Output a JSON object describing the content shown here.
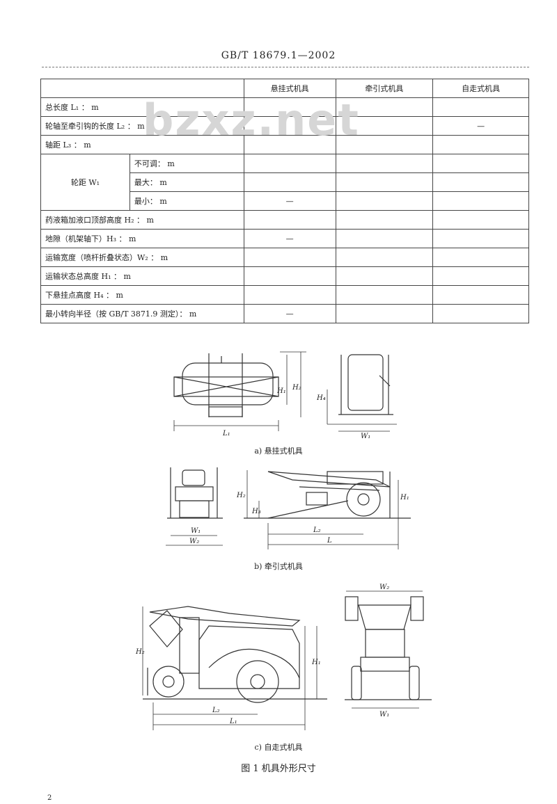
{
  "header": {
    "code": "GB/T 18679.1—2002"
  },
  "table": {
    "col_headers": [
      "悬挂式机具",
      "牵引式机具",
      "自走式机具"
    ],
    "rows": [
      {
        "label": "总长度 L₁ ：     m",
        "cells": [
          "",
          "",
          ""
        ]
      },
      {
        "label": "轮轴至牵引钩的长度 L₂ ：     m",
        "cells": [
          "",
          "",
          "—"
        ]
      },
      {
        "label": "轴距 L₃ ：     m",
        "cells": [
          "",
          "",
          ""
        ]
      },
      {
        "label": "不可调：     m",
        "cells": [
          "",
          "",
          ""
        ]
      },
      {
        "label": "最大：     m",
        "cells": [
          "",
          "",
          ""
        ]
      },
      {
        "label": "最小：     m",
        "cells": [
          "—",
          "",
          ""
        ]
      },
      {
        "label": "药液箱加液口顶部高度 H₂ ：     m",
        "cells": [
          "",
          "",
          ""
        ]
      },
      {
        "label": "地隙（机架轴下）H₃ ：     m",
        "cells": [
          "—",
          "",
          ""
        ]
      },
      {
        "label": "运输宽度（喷杆折叠状态）W₂ ：     m",
        "cells": [
          "",
          "",
          ""
        ]
      },
      {
        "label": "运输状态总高度 H₁ ：     m",
        "cells": [
          "",
          "",
          ""
        ]
      },
      {
        "label": "下悬挂点高度 H₄ ：     m",
        "cells": [
          "",
          "",
          ""
        ]
      },
      {
        "label": "最小转向半径（按 GB/T 3871.9 测定）：     m",
        "cells": [
          "—",
          "",
          ""
        ]
      }
    ],
    "group_label": "轮距 W₁"
  },
  "watermark": "bzxz.net",
  "figure": {
    "captions": [
      "a) 悬挂式机具",
      "b) 牵引式机具",
      "c) 自走式机具"
    ],
    "title": "图 1   机具外形尺寸",
    "labels": {
      "L1": "L₁",
      "L2": "L₂",
      "W1": "W₁",
      "W2": "W₂",
      "H1": "H₁",
      "H2": "H₂",
      "H3": "H₃",
      "H4": "H₄",
      "L": "L"
    }
  },
  "page_number": "2"
}
